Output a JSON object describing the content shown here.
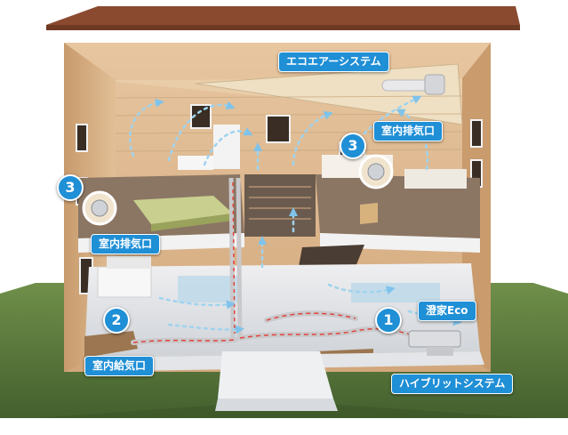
{
  "colors": {
    "accent": "#1f8fd6",
    "exhaust_flow": "#9fd3ef",
    "supply_flow": "#e0443a",
    "wood": "#d9b48c",
    "roof": "#8a4a30",
    "lawn": "#5a7a3e"
  },
  "labels": {
    "eco_air_system": "エコエアーシステム",
    "exhaust_right": "室内排気口",
    "exhaust_left": "室内排気口",
    "supply": "室内給気口",
    "chouka_eco": "澄家Eco",
    "hybrid_system": "ハイブリットシステム"
  },
  "markers": {
    "right_exhaust": "3",
    "left_exhaust": "3",
    "supply": "2",
    "unit": "1"
  }
}
